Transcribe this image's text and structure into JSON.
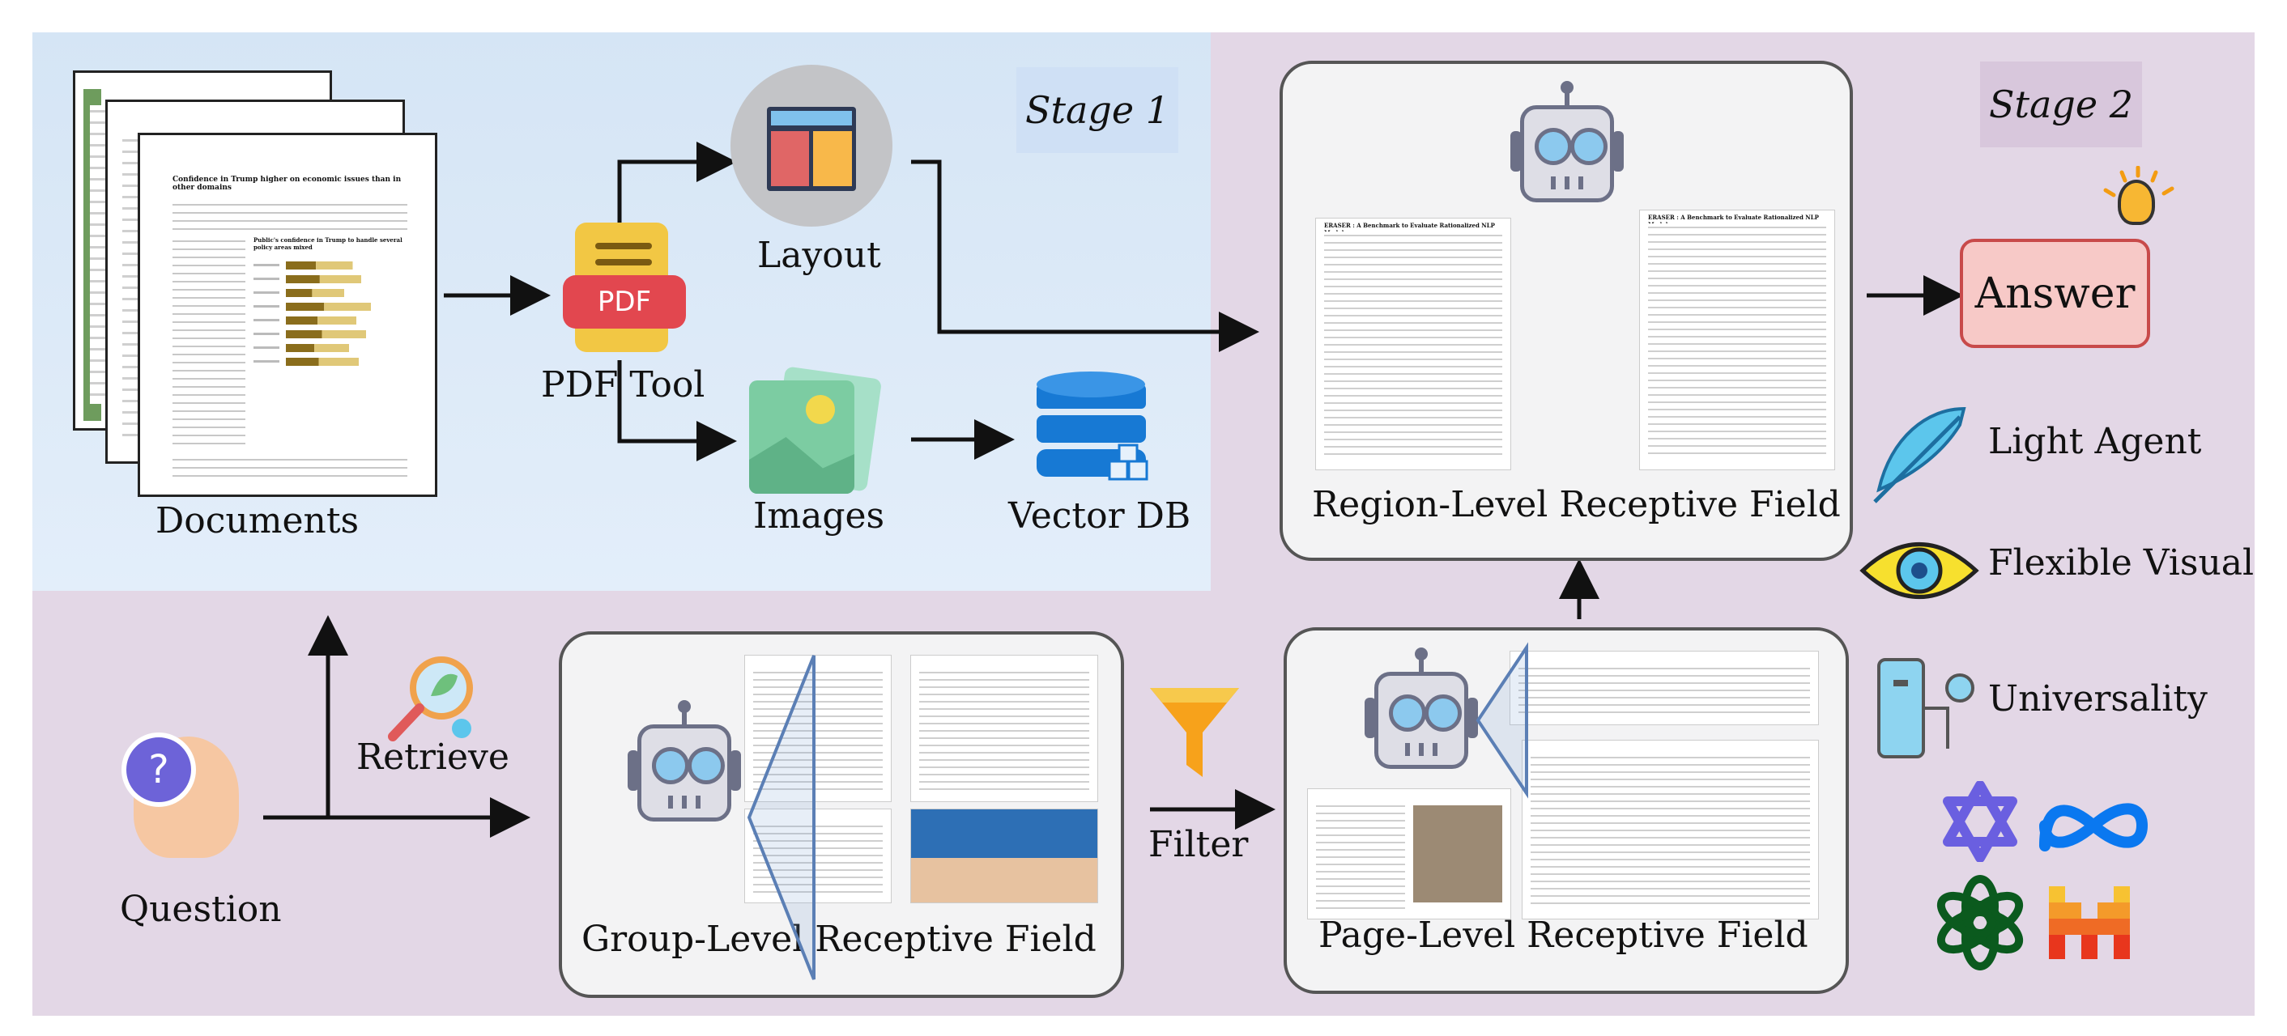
{
  "stage1": {
    "label": "Stage 1"
  },
  "stage2": {
    "label": "Stage 2"
  },
  "nodes": {
    "documents": "Documents",
    "pdf_tool": "PDF Tool",
    "pdf_badge": "PDF",
    "layout": "Layout",
    "images": "Images",
    "vector_db": "Vector DB",
    "region": "Region-Level Receptive Field",
    "answer": "Answer",
    "question": "Question",
    "retrieve": "Retrieve",
    "group": "Group-Level Receptive Field",
    "filter": "Filter",
    "page": "Page-Level Receptive Field"
  },
  "doc_page": {
    "heading": "Confidence in Trump higher on economic issues than in other domains",
    "chart_title": "Public's confidence in Trump to handle several policy areas mixed"
  },
  "paper": {
    "title": "ERASER : A Benchmark to Evaluate Rationalized NLP Models"
  },
  "features": [
    {
      "label": "Light Agent",
      "icon": "feather-icon"
    },
    {
      "label": "Flexible Visual",
      "icon": "eye-icon"
    },
    {
      "label": "Universality",
      "icon": "device-icon"
    }
  ],
  "colors": {
    "stage1_bg": "#dce9f6",
    "stage2_bg": "#e3d7e6",
    "pdf_red": "#e2474f",
    "pdf_yellow": "#f2c744",
    "answer_fill": "#f7c9c7",
    "answer_border": "#c84a4a",
    "db_blue": "#1779d4"
  }
}
